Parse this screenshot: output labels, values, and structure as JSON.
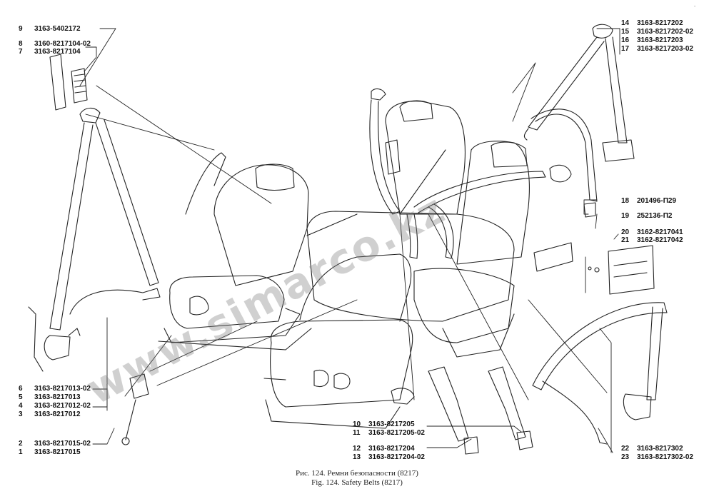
{
  "labels": {
    "l9": {
      "num": "9",
      "code": "3163-5402172"
    },
    "l8": {
      "num": "8",
      "code": "3160-8217104-02"
    },
    "l7": {
      "num": "7",
      "code": "3163-8217104"
    },
    "l14": {
      "num": "14",
      "code": "3163-8217202"
    },
    "l15": {
      "num": "15",
      "code": "3163-8217202-02"
    },
    "l16": {
      "num": "16",
      "code": "3163-8217203"
    },
    "l17": {
      "num": "17",
      "code": "3163-8217203-02"
    },
    "l18": {
      "num": "18",
      "code": "201496-П29"
    },
    "l19": {
      "num": "19",
      "code": "252136-П2"
    },
    "l20": {
      "num": "20",
      "code": "3162-8217041"
    },
    "l21": {
      "num": "21",
      "code": "3162-8217042"
    },
    "l6": {
      "num": "6",
      "code": "3163-8217013-02"
    },
    "l5": {
      "num": "5",
      "code": "3163-8217013"
    },
    "l4": {
      "num": "4",
      "code": "3163-8217012-02"
    },
    "l3": {
      "num": "3",
      "code": "3163-8217012"
    },
    "l2": {
      "num": "2",
      "code": "3163-8217015-02"
    },
    "l1": {
      "num": "1",
      "code": "3163-8217015"
    },
    "l10": {
      "num": "10",
      "code": "3163-8217205"
    },
    "l11": {
      "num": "11",
      "code": "3163-8217205-02"
    },
    "l12": {
      "num": "12",
      "code": "3163-8217204"
    },
    "l13": {
      "num": "13",
      "code": "3163-8217204-02"
    },
    "l22": {
      "num": "22",
      "code": "3163-8217302"
    },
    "l23": {
      "num": "23",
      "code": "3163-8217302-02"
    }
  },
  "caption": {
    "ru": "Рис. 124. Ремни безопасности (8217)",
    "en": "Fig. 124. Safety Belts (8217)"
  },
  "watermark": "www.simarco.kz",
  "corner_mark": "-"
}
